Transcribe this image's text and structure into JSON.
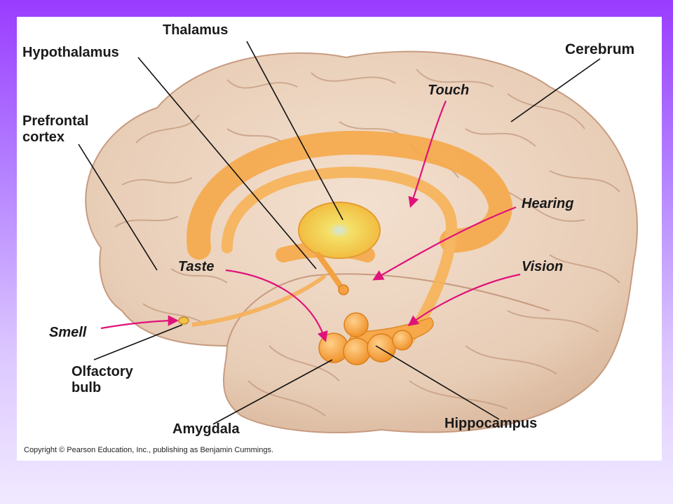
{
  "labels": {
    "thalamus": "Thalamus",
    "hypothalamus": "Hypothalamus",
    "cerebrum": "Cerebrum",
    "touch": "Touch",
    "prefrontal_cortex": "Prefrontal\ncortex",
    "hearing": "Hearing",
    "taste": "Taste",
    "vision": "Vision",
    "smell": "Smell",
    "olfactory_bulb": "Olfactory\nbulb",
    "amygdala": "Amygdala",
    "hippocampus": "Hippocampus"
  },
  "copyright": "Copyright © Pearson Education, Inc., publishing as Benjamin Cummings.",
  "colors": {
    "background_top": "#9a3cff",
    "background_bottom": "#f1e9ff",
    "brain_tissue": "#ecd3bd",
    "limbic_orange": "#f7a53c",
    "thalamus_yellow": "#f5d23f",
    "sense_arrow": "#e0127a",
    "leader_line": "#111111"
  }
}
